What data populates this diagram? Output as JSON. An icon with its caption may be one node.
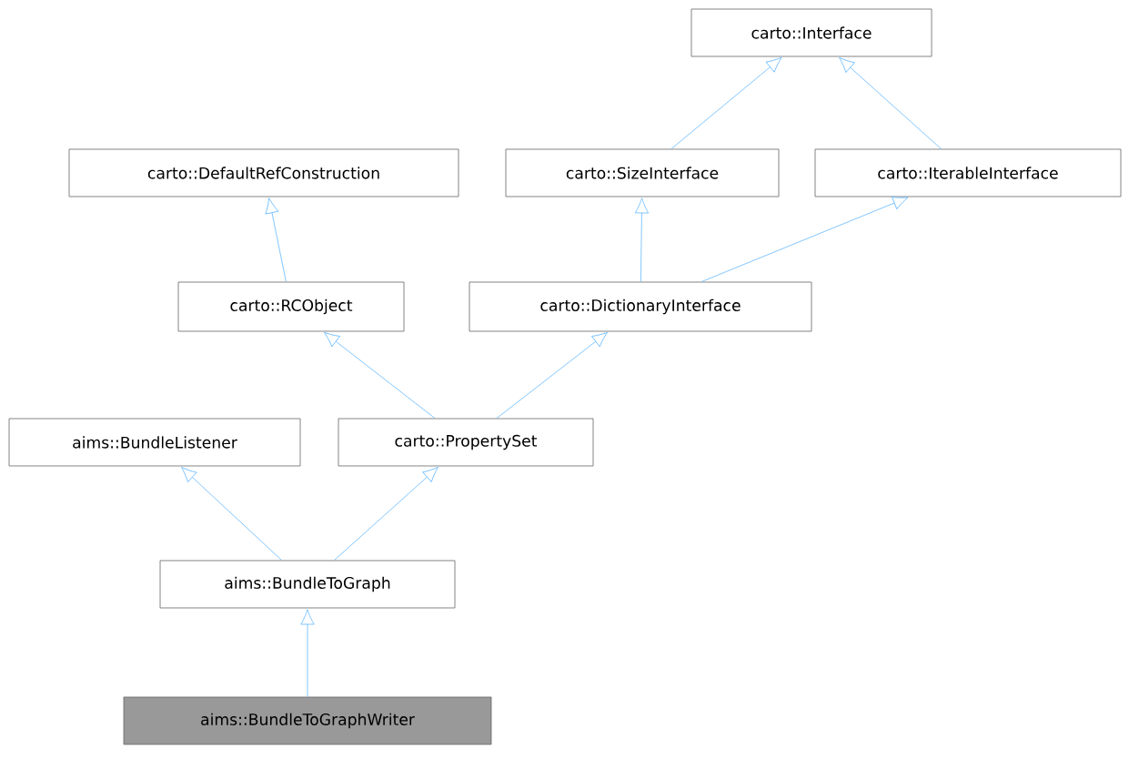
{
  "diagram": {
    "nodes": [
      {
        "text": [
          "carto::Interface"
        ]
      },
      {
        "text": [
          "carto::DefaultRefConstruction"
        ]
      },
      {
        "text": [
          "carto::SizeInterface"
        ]
      },
      {
        "text": [
          "carto::IterableInterface"
        ]
      },
      {
        "text": [
          "carto::RCObject"
        ]
      },
      {
        "text": [
          "carto::DictionaryInterface"
        ]
      },
      {
        "text": [
          "aims::BundleListener"
        ]
      },
      {
        "text": [
          "carto::PropertySet"
        ]
      },
      {
        "text": [
          "aims::BundleToGraph"
        ]
      },
      {
        "text": [
          "aims::BundleToGraphWriter"
        ]
      }
    ],
    "edges": [
      {
        "from": 2,
        "to": 0,
        "arrow": "to"
      },
      {
        "from": 3,
        "to": 0,
        "arrow": "to"
      },
      {
        "from": 4,
        "to": 1,
        "arrow": "to"
      },
      {
        "from": 5,
        "to": 2,
        "arrow": "to"
      },
      {
        "from": 5,
        "to": 3,
        "arrow": "to"
      },
      {
        "from": 7,
        "to": 4,
        "arrow": "to"
      },
      {
        "from": 7,
        "to": 5,
        "arrow": "to"
      },
      {
        "from": 8,
        "to": 6,
        "arrow": "to"
      },
      {
        "from": 8,
        "to": 7,
        "arrow": "to"
      },
      {
        "from": 9,
        "to": 8,
        "arrow": "to"
      }
    ]
  }
}
